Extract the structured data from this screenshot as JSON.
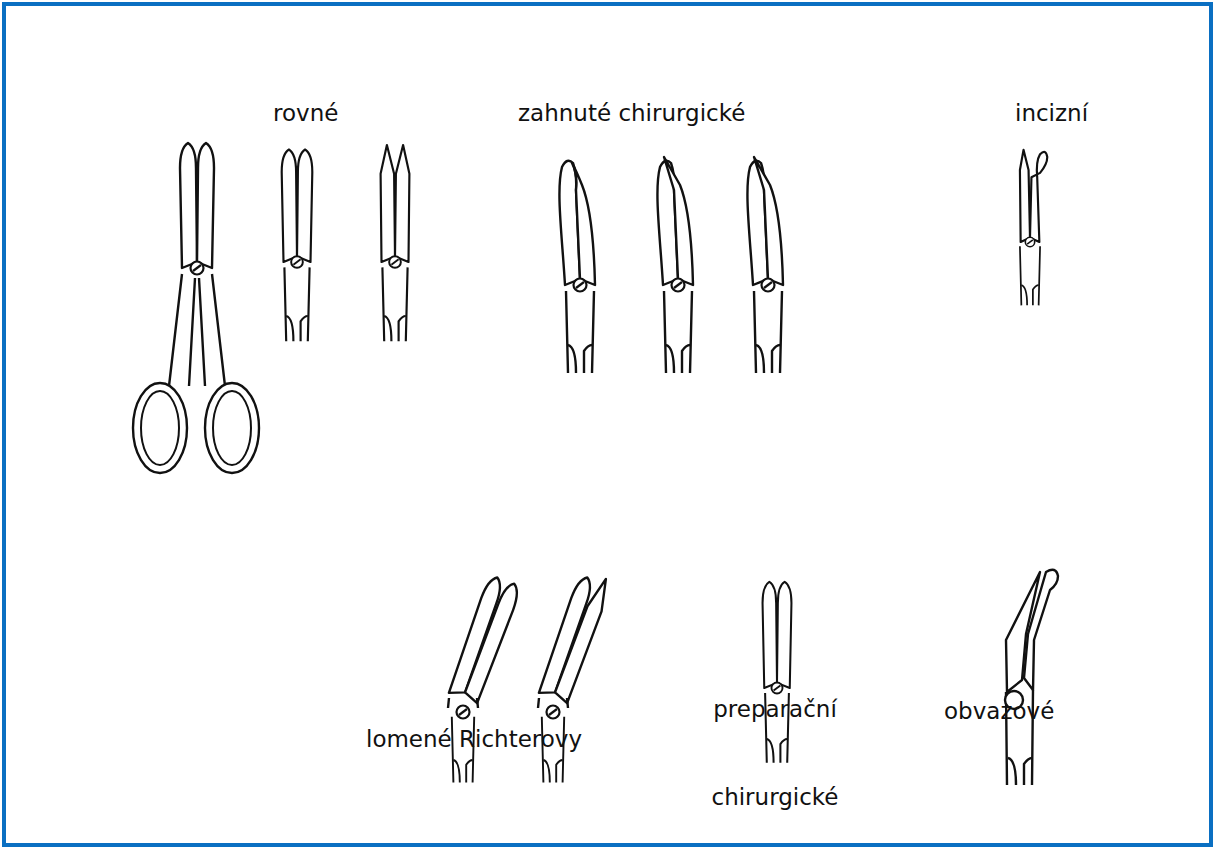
{
  "diagram": {
    "labels": [
      "rovné",
      "zahnuté chirurgické",
      "incizní",
      "lomené Richterovy",
      "preparační chirurgické",
      "obvazové"
    ]
  }
}
